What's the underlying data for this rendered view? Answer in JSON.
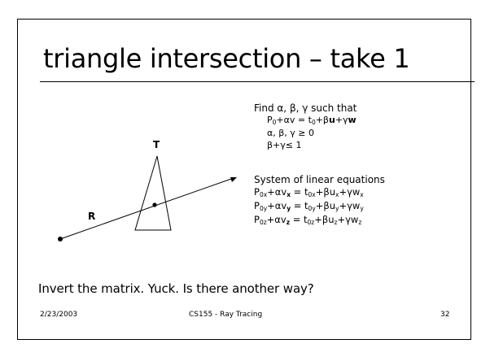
{
  "slide": {
    "title": "triangle intersection – take 1",
    "diagram": {
      "triangle_label": "T",
      "ray_label": "R"
    },
    "find": {
      "line1": "Find α, β, γ such that",
      "eq1": {
        "p": "P",
        "s0": "0",
        "plus_av": "+αv",
        "eq": " = t",
        "s1": "0",
        "plus_bu": "+β",
        "u": "u",
        "plus_gw": "+γ",
        "w": "w"
      },
      "constraint1": "α, β, γ ≥ 0",
      "constraint2": "β+γ≤ 1"
    },
    "system": {
      "heading": "System of linear equations",
      "rows": [
        {
          "p": "P",
          "sub_p": "0x",
          "mid1": "+αv",
          "sub_v": "x",
          "mid2": " = t",
          "sub_t": "0x",
          "mid3": "+βu",
          "sub_u": "x",
          "mid4": "+γw",
          "sub_w": "x"
        },
        {
          "p": "P",
          "sub_p": "0y",
          "mid1": "+αv",
          "sub_v": "y",
          "mid2": " = t",
          "sub_t": "0y",
          "mid3": "+βu",
          "sub_u": "y",
          "mid4": "+γw",
          "sub_w": "y"
        },
        {
          "p": "P",
          "sub_p": "0z",
          "mid1": "+αv",
          "sub_v": "z",
          "mid2": " = t",
          "sub_t": "0z",
          "mid3": "+βu",
          "sub_u": "z",
          "mid4": "+γw",
          "sub_w": "z"
        }
      ]
    },
    "body_text": "Invert the matrix.  Yuck. Is there another way?",
    "footer": {
      "date": "2/23/2003",
      "course": "CS155 - Ray Tracing",
      "page": "32"
    }
  }
}
